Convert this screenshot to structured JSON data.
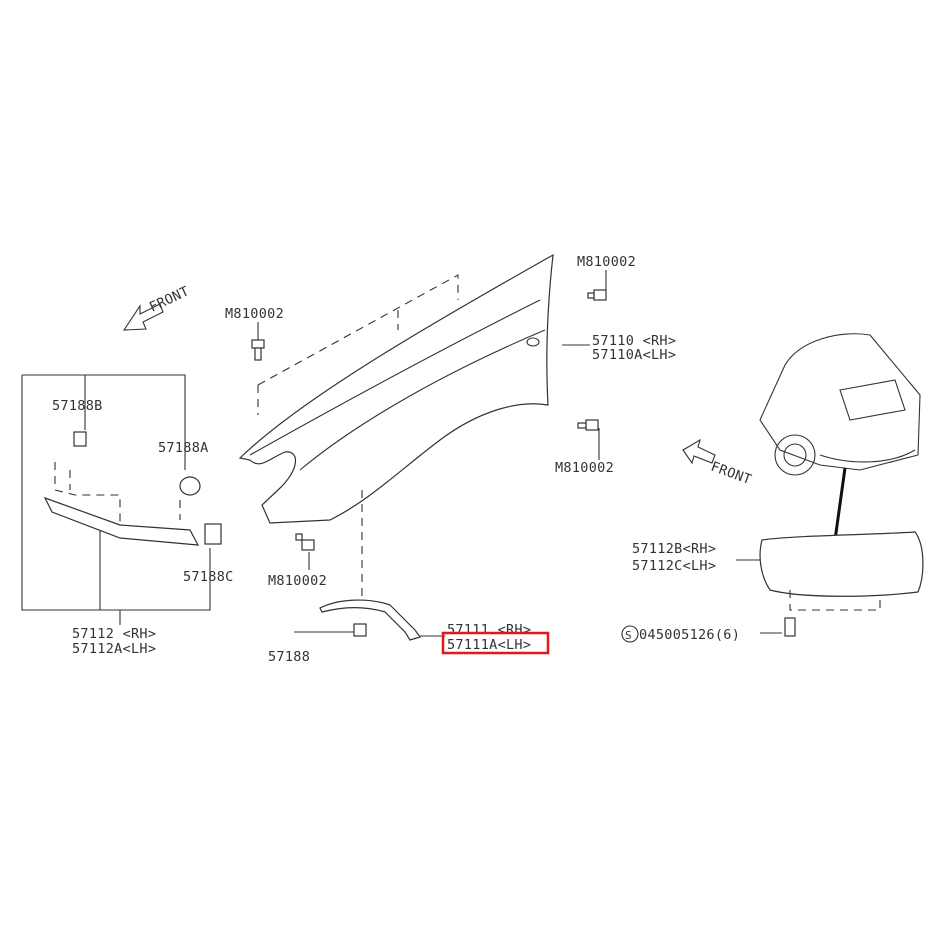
{
  "diagram": {
    "front_arrow_left": "FRONT",
    "front_arrow_right": "FRONT",
    "callouts": {
      "bolt_left": "M810002",
      "bolt_top": "M810002",
      "bolt_right": "M810002",
      "bolt_bottom": "M810002",
      "fender_rh": "57110  <RH>",
      "fender_lh": "57110A<LH>",
      "clip_b": "57188B",
      "clip_a": "57188A",
      "clip_c": "57188C",
      "mud_rh": "57112  <RH>",
      "mud_lh": "57112A<LH>",
      "clip": "57188",
      "seal_rh": "57111  <RH>",
      "seal_lh": "57111A<LH>",
      "rear_rh": "57112B<RH>",
      "rear_lh": "57112C<LH>",
      "screw_symbol": "S",
      "screw": "045005126(6)"
    },
    "highlight_color": "#e8141c"
  }
}
